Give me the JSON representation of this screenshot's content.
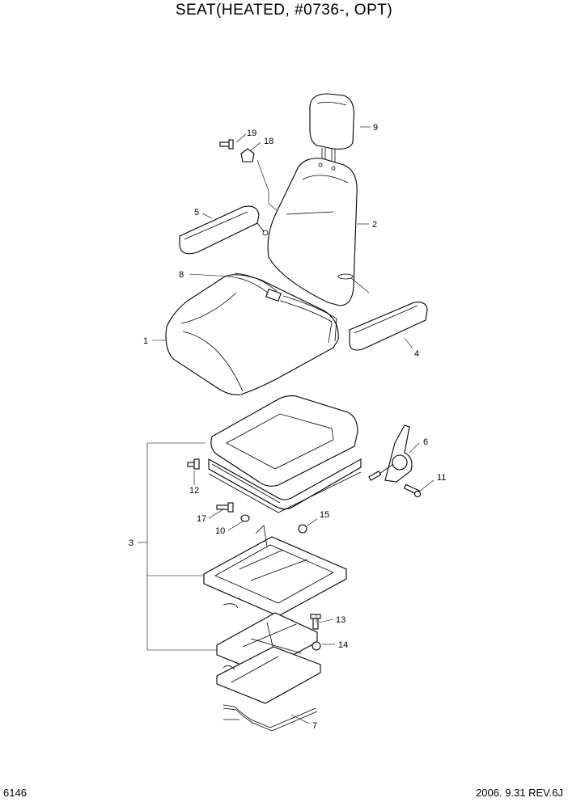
{
  "title": "SEAT(HEATED, #0736-, OPT)",
  "callouts": {
    "c1": "1",
    "c2": "2",
    "c3": "3",
    "c4": "4",
    "c5": "5",
    "c6": "6",
    "c7": "7",
    "c8": "8",
    "c9": "9",
    "c10": "10",
    "c11": "11",
    "c12": "12",
    "c13": "13",
    "c14": "14",
    "c15": "15",
    "c17": "17",
    "c18": "18",
    "c19": "19"
  },
  "footer": {
    "page_number": "6146",
    "revision": "2006. 9.31  REV.6J"
  }
}
